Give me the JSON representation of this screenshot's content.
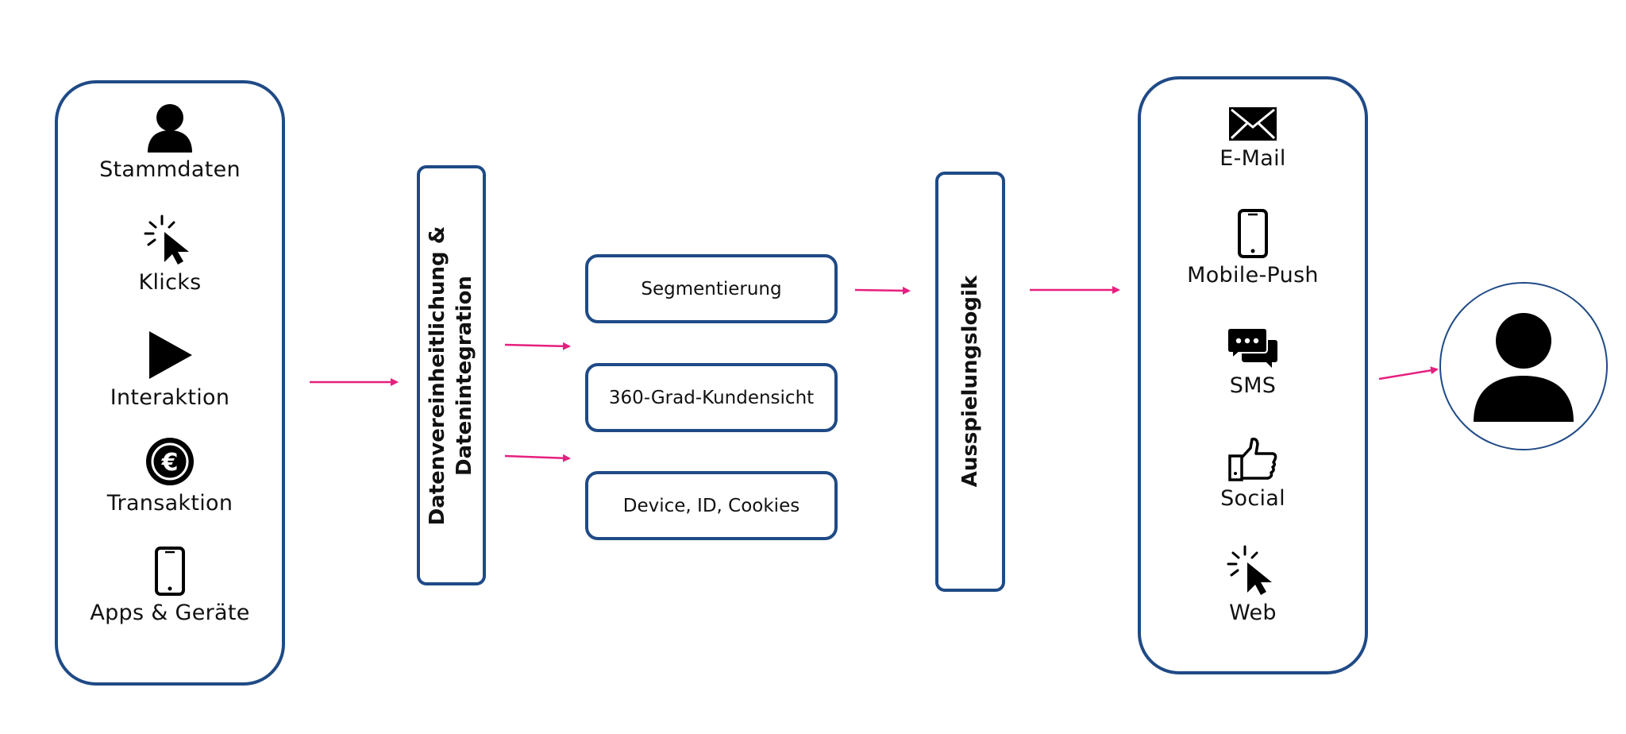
{
  "sources": [
    {
      "icon": "person-icon",
      "label": "Stammdaten"
    },
    {
      "icon": "click-icon",
      "label": "Klicks"
    },
    {
      "icon": "play-icon",
      "label": "Interaktion"
    },
    {
      "icon": "euro-icon",
      "label": "Transaktion"
    },
    {
      "icon": "smartphone-icon",
      "label": "Apps & Geräte"
    }
  ],
  "integration": {
    "line1": "Datenvereinheitlichung &",
    "line2": "Datenintegration"
  },
  "processing": [
    "Segmentierung",
    "360-Grad-Kundensicht",
    "Device, ID, Cookies"
  ],
  "logic": {
    "label": "Ausspielungslogik"
  },
  "channels": [
    {
      "icon": "mail-icon",
      "label": "E-Mail"
    },
    {
      "icon": "smartphone-icon",
      "label": "Mobile-Push"
    },
    {
      "icon": "chat-icon",
      "label": "SMS"
    },
    {
      "icon": "thumbs-up-icon",
      "label": "Social"
    },
    {
      "icon": "click-icon",
      "label": "Web"
    }
  ],
  "target": {
    "icon": "person-icon"
  },
  "colors": {
    "border": "#1f4a86",
    "arrow": "#e6207f",
    "icon": "#000000"
  }
}
